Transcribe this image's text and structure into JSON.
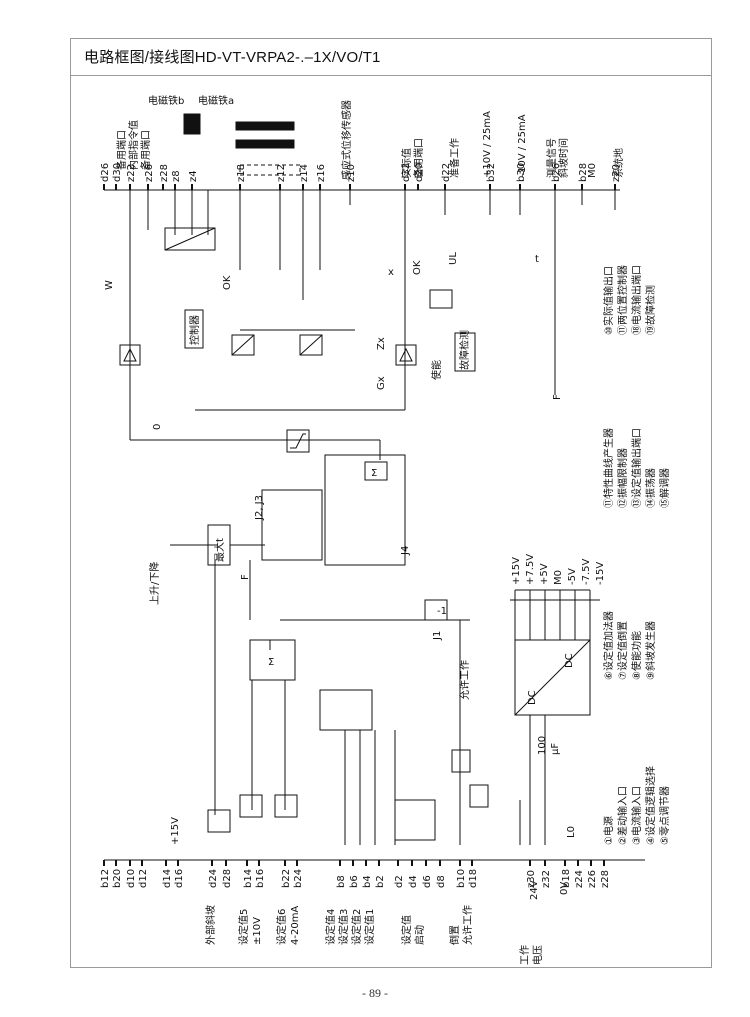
{
  "header": {
    "title": "电路框图/接线图HD-VT-VRPA2-.–1X/VO/T1"
  },
  "footer": {
    "page_number": "- 89 -"
  },
  "top_pins": [
    "d26",
    "d30",
    "z22",
    "z26",
    "z28",
    "z8",
    "z4",
    "z18",
    "z12",
    "z14",
    "z16",
    "z10",
    "d32",
    "d20",
    "d22",
    "b32",
    "b30",
    "b26",
    "b28",
    "z20"
  ],
  "bottom_pins": [
    "b12",
    "b20",
    "d10",
    "d12",
    "d14",
    "d16",
    "d24",
    "d28",
    "b14",
    "b16",
    "b22",
    "b24",
    "b8",
    "b6",
    "b4",
    "b2",
    "d2",
    "d4",
    "d6",
    "d8",
    "b10",
    "d18",
    "z30",
    "z32",
    "b18",
    "z24",
    "z26",
    "z28"
  ],
  "top_labels": {
    "spare_port_1": "备用端口",
    "internal_setpoint": "内部指令值",
    "spare_port_2": "备用端口",
    "magnet_b": "电磁铁b",
    "magnet_a": "电磁铁a",
    "transducer": "感应式位移传感器",
    "actual_value": "实际值",
    "spare_port_3": "备用端口",
    "ready": "准备工作",
    "plus10v": "+10V / 25mA",
    "minus10v": "–10V / 25mA",
    "measure_signal": "测量信号",
    "ramp_time": "斜坡时间",
    "m0": "M0",
    "system_ground": "系统地"
  },
  "bottom_labels": {
    "external_ramp": "外部斜坡",
    "setpoint5": "设定值5",
    "setpoint5_range": "±10V",
    "setpoint6": "设定值6",
    "setpoint6_range": "4-20mA",
    "setpoint4": "设定值4",
    "setpoint3": "设定值3",
    "setpoint2": "设定值2",
    "setpoint1": "设定值1",
    "setpoint_start": "设定值",
    "start": "启动",
    "invert": "倒置",
    "allow_work": "允许工作",
    "supply_work": "工作",
    "supply_voltage": "电压",
    "v24": "24V",
    "v0": "0V"
  },
  "internal_labels": {
    "controller": "控制器",
    "max": "最大t",
    "up_down": "上升/下降",
    "fault_detect": "故障检测",
    "enable": "使能",
    "allow": "允许工作",
    "w": "W",
    "x": "x",
    "ok": "OK",
    "ul": "UL",
    "f": "F",
    "zero": "0",
    "j1": "J1",
    "minus1": "-1",
    "j2j3": "J2, J3",
    "j4": "J4",
    "t": "t",
    "gx": "Gx",
    "zx": "Zx",
    "sigma": "Σ",
    "c100": "100",
    "uf": "μF",
    "dc": "DC",
    "plus15": "+15V",
    "plus75": "+7.5V",
    "plus5": "+5V",
    "m0v": "M0",
    "minus5": "-5V",
    "minus75": "-7.5V",
    "minus15": "-15V",
    "l0": "L0",
    "plus15in": "+15V"
  },
  "legend_a": [
    "⑩实际值输出口",
    "⑪两位置控制器",
    "⑱电流输出端口",
    "⑲故障检测"
  ],
  "legend_b": [
    "⑪特性曲线产生器",
    "⑫振幅限制器",
    "⑬设定值输出端口",
    "⑭振荡器",
    "⑮解调器"
  ],
  "legend_c": [
    "⑥设定值加法器",
    "⑦设定值倒置",
    "⑧使能功能",
    "⑨斜坡发生器"
  ],
  "legend_d": [
    "①电源",
    "②差动输入口",
    "③电流输入口",
    "④设定值逻辑选择",
    "⑤零点调节器"
  ]
}
